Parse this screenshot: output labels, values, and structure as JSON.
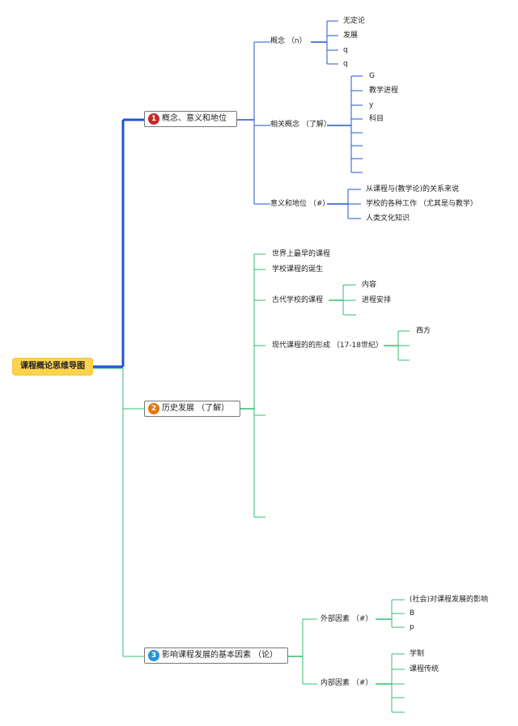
{
  "root": {
    "label": "课程概论思维导图",
    "color": "#fcd34d"
  },
  "branches": [
    {
      "number": "1",
      "label": "概念、意义和地位",
      "badge_color": "#c62828",
      "line_color": "#2155d6",
      "children": [
        {
          "label": "概念 （n）",
          "leaves": [
            "无定论",
            "发展",
            "q",
            "q"
          ]
        },
        {
          "label": "相关概念 （了解）",
          "leaves": [
            "G",
            "教学进程",
            "y",
            "科目",
            "",
            "",
            ""
          ]
        },
        {
          "label": "意义和地位 （#）",
          "leaves": [
            "从课程与(教学论)的关系来说",
            "学校的各种工作 （尤其是与教学）",
            "人类文化知识"
          ]
        }
      ]
    },
    {
      "number": "2",
      "label": "历史发展 （了解）",
      "badge_color": "#e8730c",
      "line_color": "#2fbf71",
      "children": [
        {
          "label": "世界上最早的课程",
          "leaves": []
        },
        {
          "label": "学校课程的诞生",
          "leaves": []
        },
        {
          "label": "古代学校的课程",
          "leaves": [
            "内容",
            "进程安排"
          ]
        },
        {
          "label": "现代课程的的形成 （17-18世纪）",
          "leaves": [
            "西方",
            ""
          ]
        },
        {
          "label": "",
          "leaves": []
        },
        {
          "label": "",
          "leaves": []
        }
      ]
    },
    {
      "number": "3",
      "label": "影响课程发展的基本因素 （论）",
      "badge_color": "#2196d3",
      "line_color": "#2fbf71",
      "children": [
        {
          "label": "外部因素 （#）",
          "leaves": [
            "(社会)对课程发展的影响",
            "B",
            "p"
          ]
        },
        {
          "label": "内部因素 （#）",
          "leaves": [
            "学制",
            "课程传统",
            "",
            "",
            ""
          ]
        }
      ]
    }
  ]
}
